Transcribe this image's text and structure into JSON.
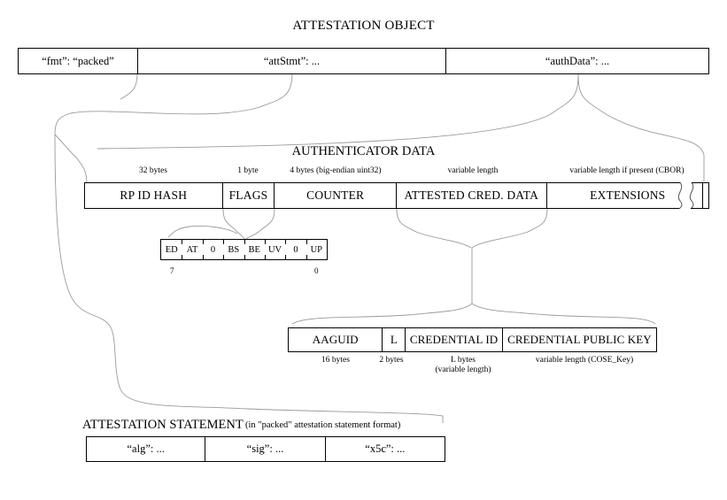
{
  "diagram": {
    "title": "ATTESTATION OBJECT",
    "line_color": "#9a9a9a",
    "border_color": "#000000",
    "background": "#ffffff"
  },
  "attestation_object": {
    "title": "ATTESTATION OBJECT",
    "fields": [
      {
        "label": "“fmt”: “packed”"
      },
      {
        "label": "“attStmt”: ..."
      },
      {
        "label": "“authData”: ..."
      }
    ]
  },
  "authenticator_data": {
    "title": "AUTHENTICATOR DATA",
    "fields": [
      {
        "label": "RP ID HASH",
        "size": "32 bytes"
      },
      {
        "label": "FLAGS",
        "size": "1 byte"
      },
      {
        "label": "COUNTER",
        "size": "4 bytes (big-endian uint32)"
      },
      {
        "label": "ATTESTED CRED. DATA",
        "size": "variable length"
      },
      {
        "label": "EXTENSIONS",
        "size": "variable length if present (CBOR)"
      }
    ]
  },
  "flags_byte": {
    "bits": [
      "ED",
      "AT",
      "0",
      "BS",
      "BE",
      "UV",
      "0",
      "UP"
    ],
    "high_bit_label": "7",
    "low_bit_label": "0"
  },
  "attested_credential_data": {
    "fields": [
      {
        "label": "AAGUID",
        "size": "16 bytes"
      },
      {
        "label": "L",
        "size": "2 bytes"
      },
      {
        "label": "CREDENTIAL ID",
        "size": "L bytes",
        "size2": "(variable length)"
      },
      {
        "label": "CREDENTIAL PUBLIC KEY",
        "size": "variable length (COSE_Key)"
      }
    ]
  },
  "attestation_statement": {
    "title": "ATTESTATION STATEMENT",
    "note": "(in \"packed\" attestation statement format)",
    "fields": [
      {
        "label": "“alg”: ..."
      },
      {
        "label": "“sig”: ..."
      },
      {
        "label": "“x5c”: ..."
      }
    ]
  }
}
